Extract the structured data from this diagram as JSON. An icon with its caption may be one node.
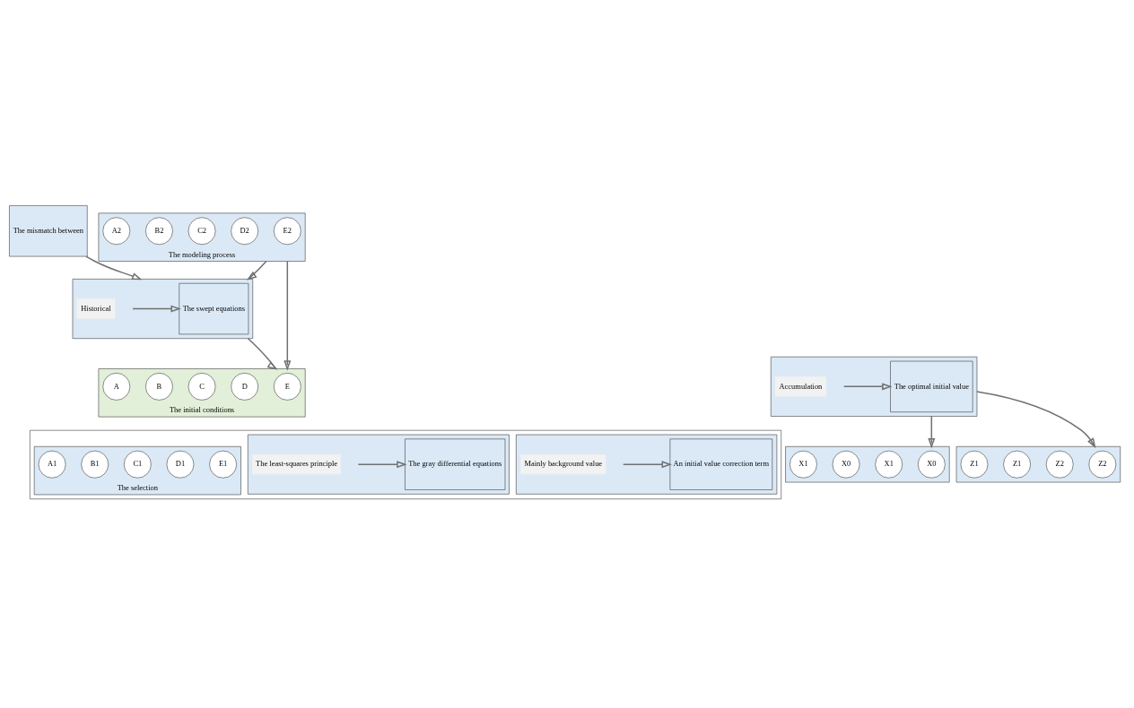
{
  "diagram": {
    "nodes": [
      {
        "text": [
          "The mismatch between"
        ]
      },
      {
        "text": [
          "The modeling process"
        ]
      },
      {
        "text": [
          "A2"
        ],
        "in": 1
      },
      {
        "text": [
          "B2"
        ],
        "in": 1
      },
      {
        "text": [
          "C2"
        ],
        "in": 1
      },
      {
        "text": [
          "D2"
        ],
        "in": 1
      },
      {
        "text": [
          "E2"
        ],
        "in": 1
      },
      {
        "text": [],
        "shape": "box"
      },
      {
        "text": [
          "Historical"
        ],
        "in": 7
      },
      {
        "text": [
          "The swept equations"
        ],
        "in": 7
      },
      {
        "text": [
          "The initial conditions"
        ]
      },
      {
        "text": [
          "A"
        ],
        "in": 10
      },
      {
        "text": [
          "B"
        ],
        "in": 10
      },
      {
        "text": [
          "C"
        ],
        "in": 10
      },
      {
        "text": [
          "D"
        ],
        "in": 10
      },
      {
        "text": [
          "E"
        ],
        "in": 10
      },
      {
        "text": [],
        "shape": "box"
      },
      {
        "text": [
          "X1"
        ],
        "in": 16
      },
      {
        "text": [
          "X0"
        ],
        "in": 16
      },
      {
        "text": [
          "X1"
        ],
        "in": 16
      },
      {
        "text": [
          "X0"
        ],
        "in": 16
      },
      {
        "text": [],
        "shape": "box"
      },
      {
        "text": [
          "Z1"
        ],
        "in": 21
      },
      {
        "text": [
          "Z1"
        ],
        "in": 21
      },
      {
        "text": [
          "Z2"
        ],
        "in": 21
      },
      {
        "text": [
          "Z2"
        ],
        "in": 21
      },
      {
        "text": [],
        "shape": "box"
      },
      {
        "text": [
          "Accumulation"
        ],
        "in": 26
      },
      {
        "text": [
          "The optimal initial value"
        ],
        "in": 26
      },
      {
        "text": [],
        "shape": "box"
      },
      {
        "text": [
          "The selection"
        ],
        "in": 29
      },
      {
        "text": [
          "A1"
        ],
        "in": 30
      },
      {
        "text": [
          "B1"
        ],
        "in": 30
      },
      {
        "text": [
          "C1"
        ],
        "in": 30
      },
      {
        "text": [
          "D1"
        ],
        "in": 30
      },
      {
        "text": [
          "E1"
        ],
        "in": 30
      },
      {
        "text": [],
        "shape": "box",
        "in": 29
      },
      {
        "text": [
          "The least-squares principle"
        ],
        "in": 36
      },
      {
        "text": [
          "The gray differential equations"
        ],
        "in": 36
      },
      {
        "text": [],
        "shape": "box",
        "in": 29
      },
      {
        "text": [
          "Mainly background value"
        ],
        "in": 39
      },
      {
        "text": [
          "An initial value correction term"
        ],
        "in": 39
      }
    ],
    "edges": [
      {
        "from": 0,
        "to": 7,
        "arrow": "to"
      },
      {
        "from": 1,
        "to": 7,
        "arrow": "to"
      },
      {
        "from": 1,
        "to": 10,
        "arrow": "to"
      },
      {
        "from": null,
        "to": 9,
        "arrow": "to"
      },
      {
        "from": 7,
        "to": 10,
        "arrow": "to"
      },
      {
        "from": 26,
        "to": 16,
        "arrow": "to"
      },
      {
        "from": 26,
        "to": 21,
        "arrow": "to"
      },
      {
        "from": null,
        "to": 28,
        "arrow": "to"
      },
      {
        "from": null,
        "to": 38,
        "arrow": "to"
      },
      {
        "from": null,
        "to": 41,
        "arrow": "to"
      }
    ]
  }
}
